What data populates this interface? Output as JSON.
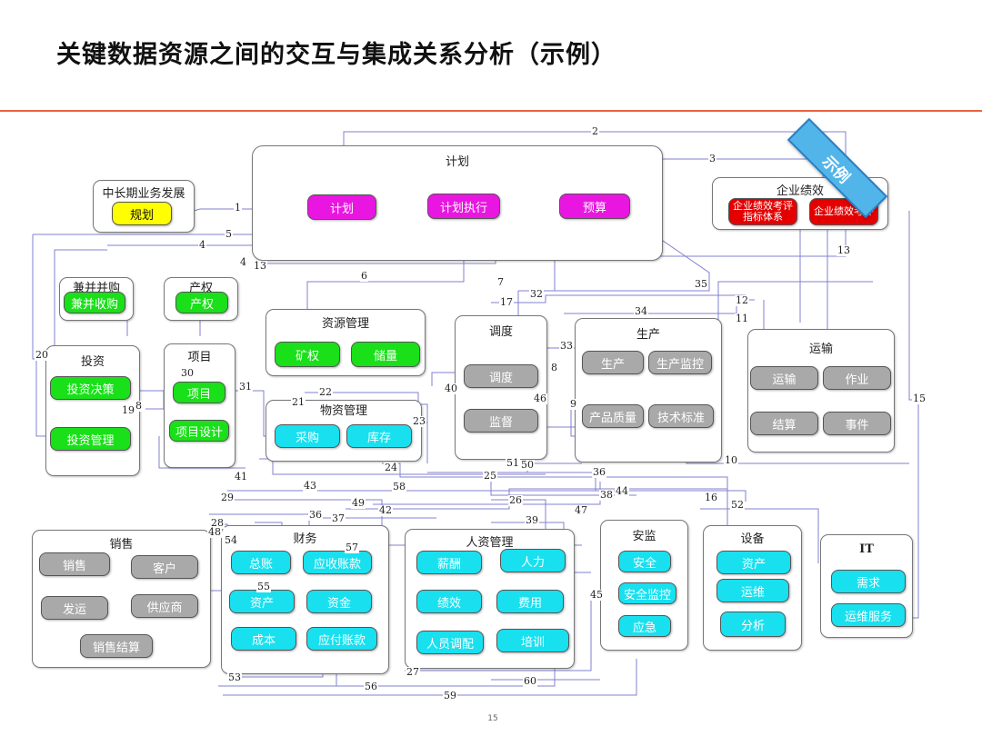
{
  "title": "关键数据资源之间的交互与集成关系分析（示例）",
  "badge": "示例",
  "page_number": "15",
  "groups": {
    "plan": "计划",
    "longterm": "中长期业务发展",
    "perf": "企业绩效",
    "merger": "兼并并购",
    "property": "产权",
    "resource": "资源管理",
    "dispatch": "调度",
    "production": "生产",
    "transport": "运输",
    "investment": "投资",
    "project": "项目",
    "material": "物资管理",
    "sales": "销售",
    "finance": "财务",
    "hr": "人资管理",
    "safety": "安监",
    "equipment": "设备",
    "it": "IT"
  },
  "nodes": {
    "guihua": "规划",
    "jihua": "计划",
    "jihua_zhixing": "计划执行",
    "yusuan": "预算",
    "perf_index": "企业绩效考评指标体系",
    "perf_eval": "企业绩效考评",
    "merger": "兼并收购",
    "property": "产权",
    "mining": "矿权",
    "reserves": "储量",
    "dispatch": "调度",
    "supervise": "监督",
    "production": "生产",
    "prod_monitor": "生产监控",
    "quality": "产品质量",
    "tech_std": "技术标准",
    "transport": "运输",
    "operation": "作业",
    "settlement": "结算",
    "event": "事件",
    "invest_decision": "投资决策",
    "invest_mgmt": "投资管理",
    "project": "项目",
    "project_design": "项目设计",
    "purchase": "采购",
    "inventory": "库存",
    "sales": "销售",
    "customer": "客户",
    "shipping": "发运",
    "supplier": "供应商",
    "sales_settle": "销售结算",
    "ledger": "总账",
    "receivable": "应收账款",
    "asset_fin": "资产",
    "funds": "资金",
    "cost": "成本",
    "payable": "应付账款",
    "salary": "薪酬",
    "manpower": "人力",
    "performance": "绩效",
    "expense": "费用",
    "staffing": "人员调配",
    "training": "培训",
    "safety": "安全",
    "safety_monitor": "安全监控",
    "emergency": "应急",
    "asset_eq": "资产",
    "maintenance": "运维",
    "analysis": "分析",
    "demand": "需求",
    "ops_service": "运维服务"
  },
  "link_labels": [
    "1",
    "2",
    "3",
    "4",
    "4",
    "5",
    "6",
    "7",
    "8",
    "8",
    "9",
    "10",
    "11",
    "12",
    "13",
    "13",
    "15",
    "16",
    "17",
    "19",
    "20",
    "21",
    "22",
    "23",
    "24",
    "25",
    "26",
    "27",
    "28",
    "29",
    "30",
    "31",
    "32",
    "33",
    "34",
    "35",
    "36",
    "36",
    "37",
    "38",
    "39",
    "40",
    "41",
    "42",
    "43",
    "44",
    "45",
    "46",
    "47",
    "48",
    "49",
    "50",
    "51",
    "52",
    "53",
    "54",
    "55",
    "56",
    "57",
    "58",
    "59",
    "60"
  ],
  "colors": {
    "accent_rule": "#e8643c",
    "planning": "#ffff00",
    "plan_nodes": "#e816e0",
    "green_nodes": "#19e019",
    "gray_nodes": "#a9a9a9",
    "cyan_nodes": "#19e0ef",
    "red_nodes": "#e40000",
    "link_lines": "#8080d0"
  }
}
